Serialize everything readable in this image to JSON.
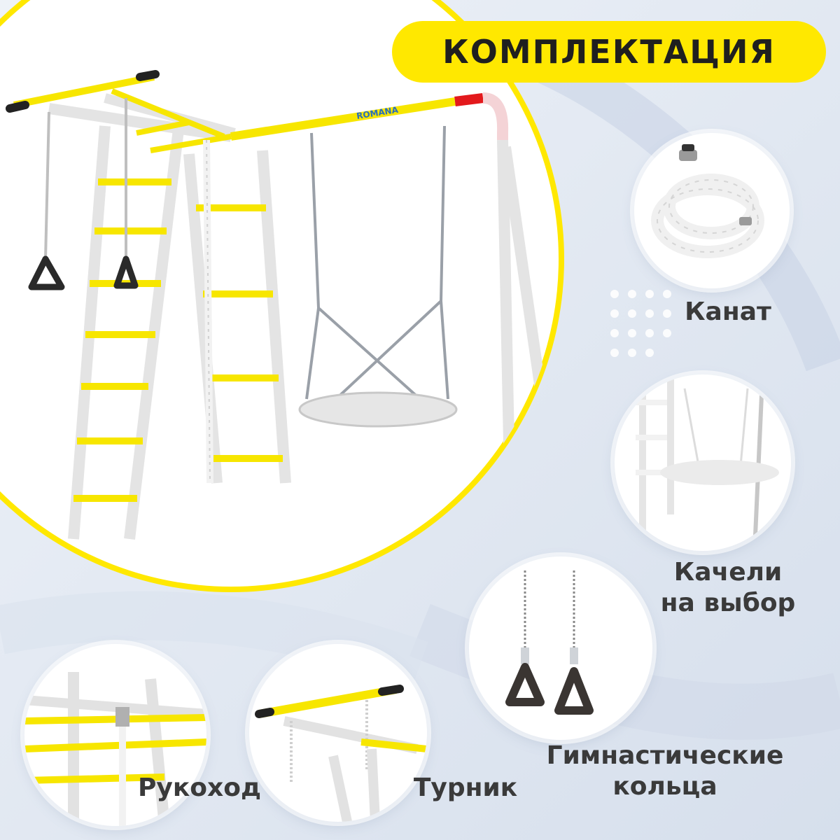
{
  "title": "КОМПЛЕКТАЦИЯ",
  "brand": "ROMANA",
  "features": {
    "rope": "Канат",
    "swing_line1": "Качели",
    "swing_line2": "на выбор",
    "rings_line1": "Гимнастические",
    "rings_line2": "кольца",
    "monkey_bars": "Рукоход",
    "pullup_bar": "Турник"
  },
  "colors": {
    "accent_yellow": "#ffe800",
    "frame_white": "#ececec",
    "background_blue": "#dfe6f2",
    "text_dark": "#3a3a3a"
  }
}
